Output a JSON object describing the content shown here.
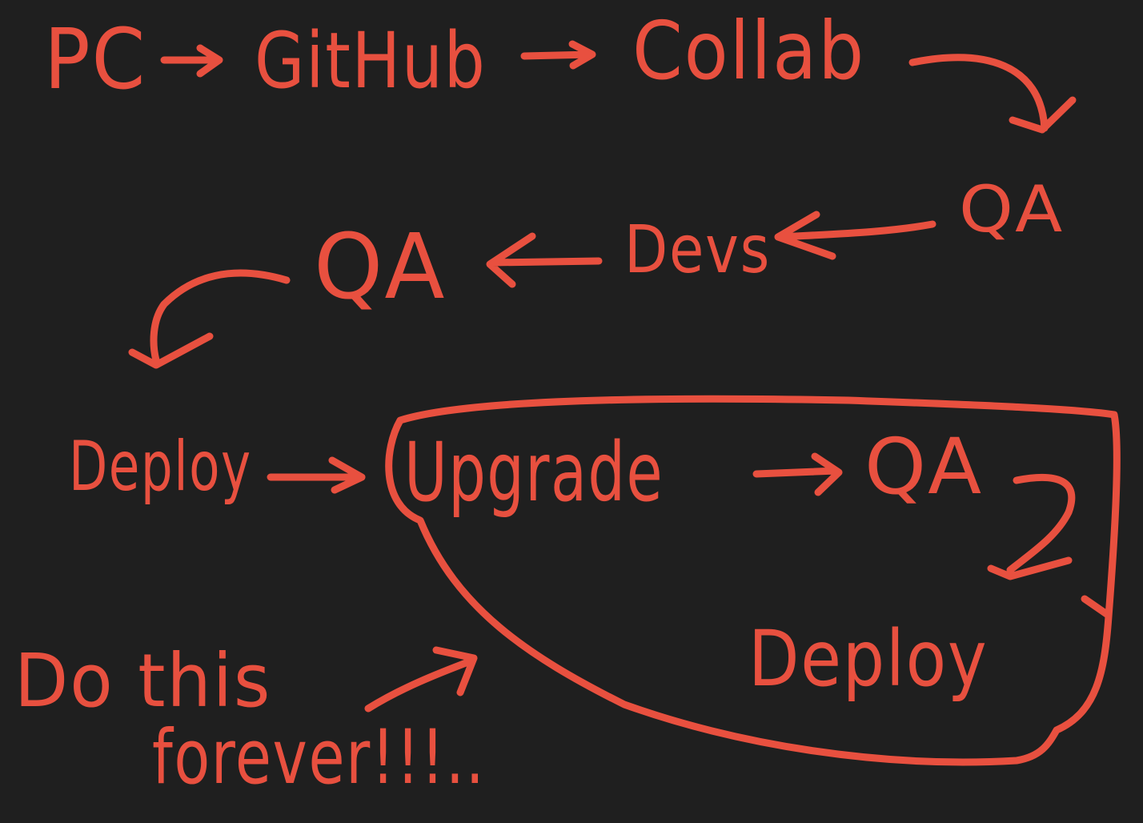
{
  "colors": {
    "background": "#1f1f1f",
    "ink": "#e8503f"
  },
  "nodes": {
    "pc": "PC",
    "github": "GitHub",
    "collab": "Collab",
    "qa_1": "QA",
    "devs": "Devs",
    "qa_2": "QA",
    "deploy_1": "Deploy",
    "upgrade": "Upgrade",
    "qa_3": "QA",
    "deploy_2": "Deploy"
  },
  "note": {
    "line1": "Do this",
    "line2": "forever!!!.."
  }
}
